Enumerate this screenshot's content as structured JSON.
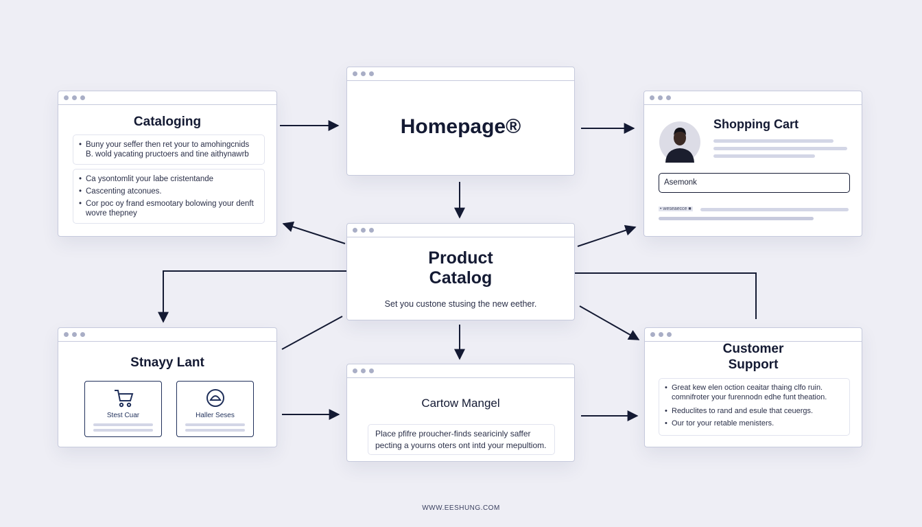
{
  "colors": {
    "background": "#eeeef5",
    "card_border": "#c5c9dc",
    "arrow": "#141a33",
    "text": "#141a33",
    "placeholder_bar": "#d3d6e6"
  },
  "cards": {
    "cataloging": {
      "title": "Cataloging",
      "box1_lines": [
        "Buny your seffer then ret your to amohingcnids",
        "B. wold yacating pructoers and tine aithynawrb"
      ],
      "box2_lines": [
        "Ca ysontomlit your labe cristentande",
        "Cascenting atconues.",
        "Cor poc oy frand esmootary bolowing your denft wovre thepney"
      ]
    },
    "homepage": {
      "title": "Homepage®"
    },
    "shopping_cart": {
      "title": "Shopping Cart",
      "input_value": "Asemonk",
      "small_label": "• weseaecce ■",
      "avatar_icon": "person-avatar"
    },
    "product_catalog": {
      "title_line1": "Product",
      "title_line2": "Catalog",
      "subtitle": "Set you custone stusing the new eether."
    },
    "strategy": {
      "title": "Stnayy Lant",
      "tile1": {
        "icon": "shopping-cart-icon",
        "label": "Stest Cuar"
      },
      "tile2": {
        "icon": "support-bell-icon",
        "label": "Haller Seses"
      }
    },
    "cartow": {
      "title": "Cartow Mangel",
      "lines": [
        "Place pfifre proucher-finds searicinly saffer",
        "pecting a yourns oters ont intd your mepultiom."
      ]
    },
    "customer_support": {
      "title_line1": "Customer",
      "title_line2": "Support",
      "bullets": [
        "Great kew elen oction ceaitar thaing clfo ruin. comnifroter your furennodn edhe funt theation.",
        "Reduclites to rand and esule that ceuergs.",
        "Our tor your retable menisters."
      ]
    }
  },
  "footer": {
    "text": "WWW.EESHUNG.COM"
  }
}
